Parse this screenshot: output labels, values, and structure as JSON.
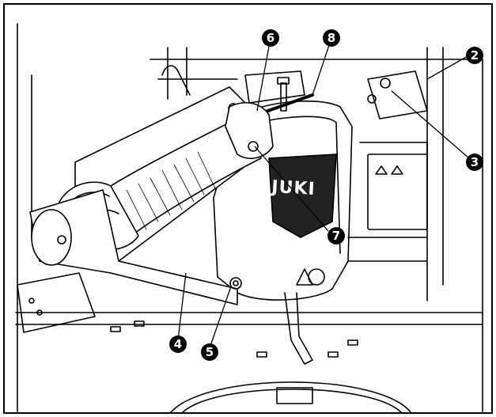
{
  "figure": {
    "brand_logo": "JUKI",
    "callouts": [
      {
        "id": "callout-2",
        "label": "2"
      },
      {
        "id": "callout-3",
        "label": "3"
      },
      {
        "id": "callout-4",
        "label": "4"
      },
      {
        "id": "callout-5",
        "label": "5"
      },
      {
        "id": "callout-6",
        "label": "6"
      },
      {
        "id": "callout-7",
        "label": "7"
      },
      {
        "id": "callout-8",
        "label": "8"
      }
    ]
  }
}
